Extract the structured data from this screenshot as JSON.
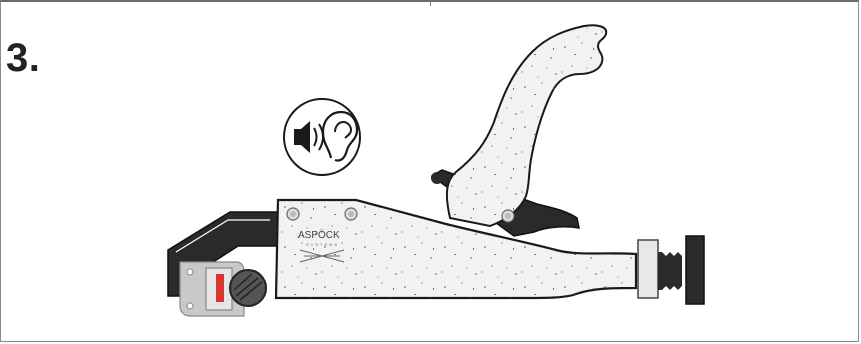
{
  "step": {
    "label": "3."
  },
  "brand": {
    "name": "ASPÖCK",
    "tagline": "SYSTEMS"
  },
  "icons": {
    "hearing": "speaker-ear-icon"
  },
  "colors": {
    "outline": "#1a1a1a",
    "body_fill": "#f2f2f2",
    "dark_part": "#2a2a2a",
    "indicator": "#d8362e",
    "bracket": "#c9c9c9"
  }
}
